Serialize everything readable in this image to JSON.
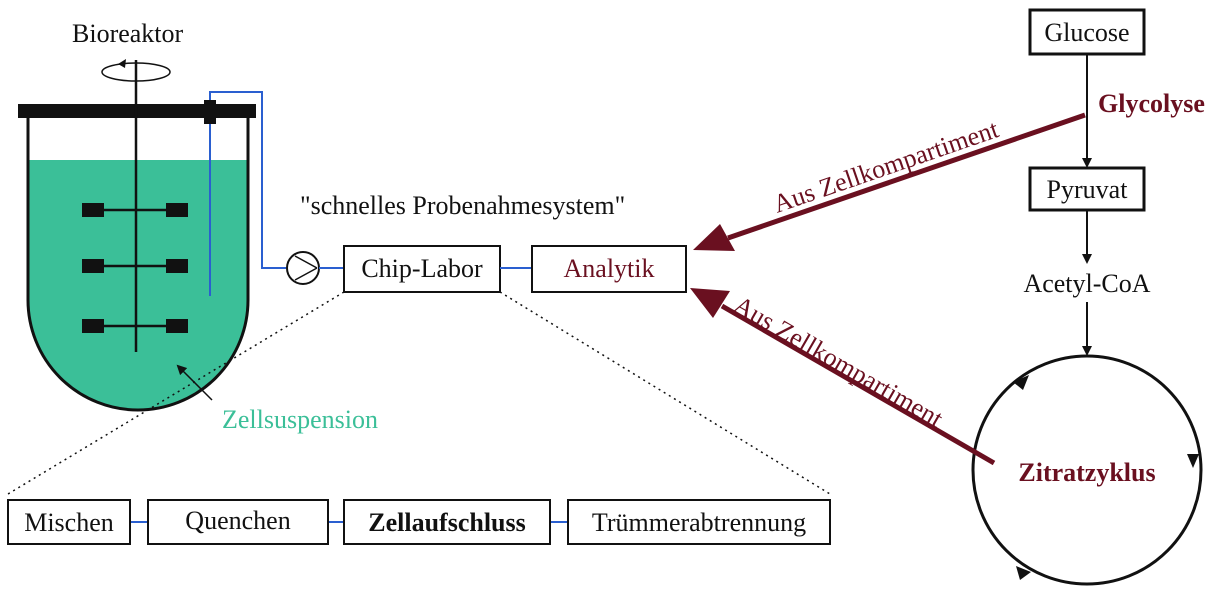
{
  "colors": {
    "maroon": "#6a1020",
    "teal": "#3bbf98",
    "line_blue": "#2a5fd0",
    "black": "#111111"
  },
  "bioreactor": {
    "title": "Bioreaktor",
    "suspension_label": "Zellsuspension"
  },
  "sampling": {
    "title": "\"schnelles Probenahmesystem\"",
    "chip_lab": "Chip-Labor",
    "analytics": "Analytik"
  },
  "chip_steps": [
    "Mischen",
    "Quenchen",
    "Zellaufschluss",
    "Trümmerabtrennung"
  ],
  "pathway": {
    "glucose": "Glucose",
    "glycolysis": "Glycolyse",
    "pyruvate": "Pyruvat",
    "acetyl_coa": "Acetyl-CoA",
    "citrate_cycle": "Zitratzyklus"
  },
  "arrows": {
    "upper_label": "Aus Zellkompartiment",
    "lower_label": "Aus Zellkompartiment"
  }
}
